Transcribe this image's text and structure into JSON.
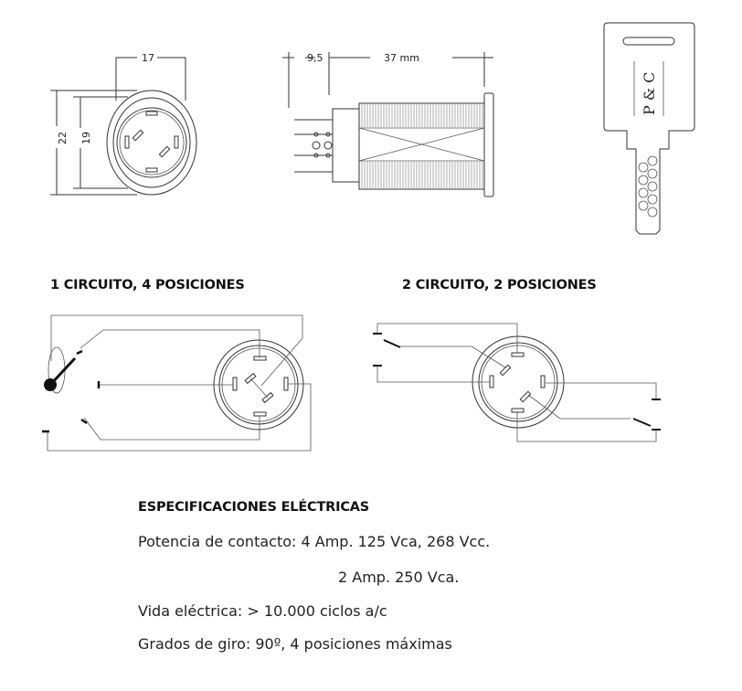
{
  "dimensions": {
    "front_width": "17",
    "front_outer_height": "22",
    "front_inner_height": "19",
    "side_rear": "9,5",
    "side_length": "37 mm"
  },
  "key": {
    "brand": "P & C"
  },
  "circuits": [
    {
      "title": "1 CIRCUITO, 4 POSICIONES"
    },
    {
      "title": "2 CIRCUITO, 2 POSICIONES"
    }
  ],
  "specs": {
    "title": "ESPECIFICACIONES ELÉCTRICAS",
    "lines": [
      "Potencia de contacto: 4 Amp. 125 Vca, 268 Vcc.",
      "2 Amp. 250 Vca.",
      "Vida eléctrica: > 10.000 ciclos a/c",
      "Grados de giro: 90º, 4 posiciones máximas"
    ]
  }
}
